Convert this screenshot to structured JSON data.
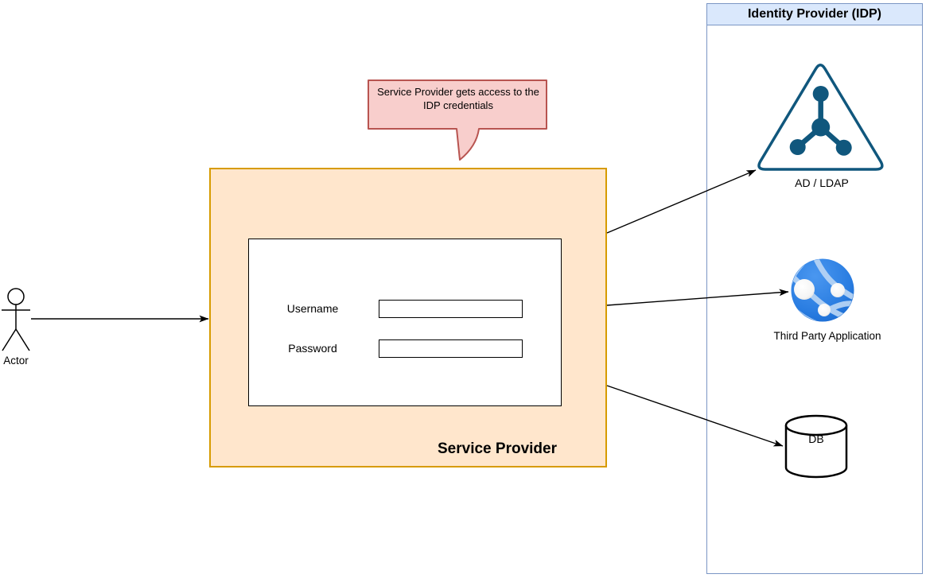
{
  "actor": {
    "label": "Actor"
  },
  "service_provider": {
    "title": "Service Provider",
    "form": {
      "username_label": "Username",
      "username_value": "",
      "password_label": "Password",
      "password_value": ""
    }
  },
  "callout": {
    "text": "Service Provider gets access to the IDP credentials"
  },
  "idp": {
    "title": "Identity Provider (IDP)",
    "nodes": [
      {
        "id": "ad-ldap",
        "label": "AD / LDAP"
      },
      {
        "id": "third-party-app",
        "label": "Third Party Application"
      },
      {
        "id": "db",
        "label": "DB"
      }
    ]
  },
  "colors": {
    "service_provider_fill": "#ffe6cc",
    "service_provider_border": "#d79b00",
    "callout_fill": "#f8cecc",
    "callout_border": "#b85450",
    "idp_header_fill": "#dae8fc",
    "idp_border": "#7b96c4",
    "ad_ldap_icon": "#10577d",
    "globe_icon_blue": "#2a7de1",
    "arrow": "#000000"
  }
}
